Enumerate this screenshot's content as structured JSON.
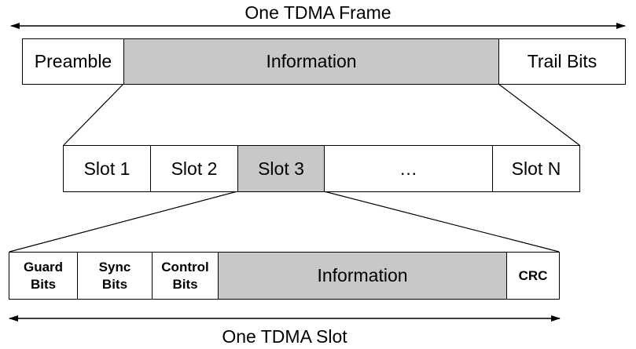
{
  "frame": {
    "span_label": "One TDMA Frame",
    "fields": [
      {
        "label": "Preamble",
        "shaded": false
      },
      {
        "label": "Information",
        "shaded": true
      },
      {
        "label": "Trail Bits",
        "shaded": false
      }
    ]
  },
  "slots": {
    "fields": [
      {
        "label": "Slot 1",
        "shaded": false
      },
      {
        "label": "Slot 2",
        "shaded": false
      },
      {
        "label": "Slot 3",
        "shaded": true
      },
      {
        "label": "…",
        "shaded": false
      },
      {
        "label": "Slot N",
        "shaded": false
      }
    ]
  },
  "slot_detail": {
    "span_label": "One TDMA Slot",
    "fields": [
      {
        "label": "Guard\nBits",
        "shaded": false
      },
      {
        "label": "Sync\nBits",
        "shaded": false
      },
      {
        "label": "Control\nBits",
        "shaded": false
      },
      {
        "label": "Information",
        "shaded": true
      },
      {
        "label": "CRC",
        "shaded": false
      }
    ]
  },
  "colors": {
    "shaded": "#c8c8c8",
    "line": "#000000",
    "background": "#ffffff"
  }
}
